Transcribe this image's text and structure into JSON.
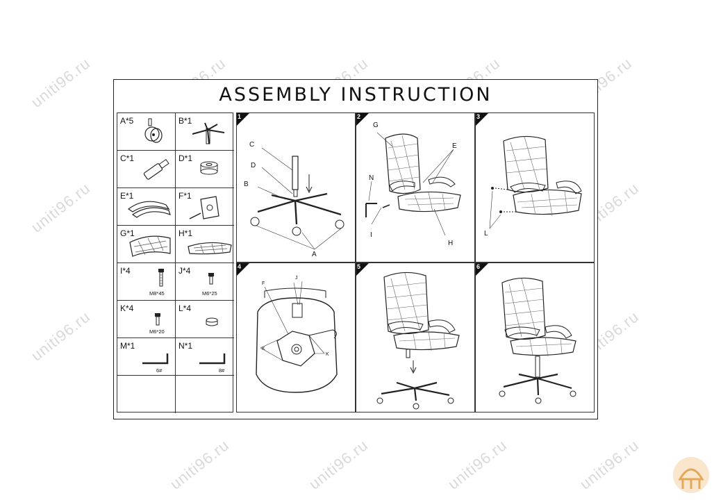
{
  "title": "ASSEMBLY INSTRUCTION",
  "watermark": "uniti96.ru",
  "parts": [
    {
      "label": "A*5",
      "spec": ""
    },
    {
      "label": "B*1",
      "spec": ""
    },
    {
      "label": "C*1",
      "spec": ""
    },
    {
      "label": "D*1",
      "spec": ""
    },
    {
      "label": "E*1",
      "spec": ""
    },
    {
      "label": "F*1",
      "spec": ""
    },
    {
      "label": "G*1",
      "spec": ""
    },
    {
      "label": "H*1",
      "spec": ""
    },
    {
      "label": "I*4",
      "spec": "M8*45"
    },
    {
      "label": "J*4",
      "spec": "M6*25"
    },
    {
      "label": "K*4",
      "spec": "M6*20"
    },
    {
      "label": "L*4",
      "spec": ""
    },
    {
      "label": "M*1",
      "spec": "6#"
    },
    {
      "label": "N*1",
      "spec": "8#"
    }
  ],
  "steps": [
    {
      "number": "1",
      "callouts": [
        "C",
        "D",
        "B",
        "A"
      ]
    },
    {
      "number": "2",
      "callouts": [
        "G",
        "E",
        "N",
        "I",
        "H"
      ]
    },
    {
      "number": "3",
      "callouts": [
        "L"
      ]
    },
    {
      "number": "4",
      "callouts": [
        "F",
        "J",
        "K",
        "K"
      ]
    },
    {
      "number": "5",
      "callouts": []
    },
    {
      "number": "6",
      "callouts": []
    }
  ]
}
